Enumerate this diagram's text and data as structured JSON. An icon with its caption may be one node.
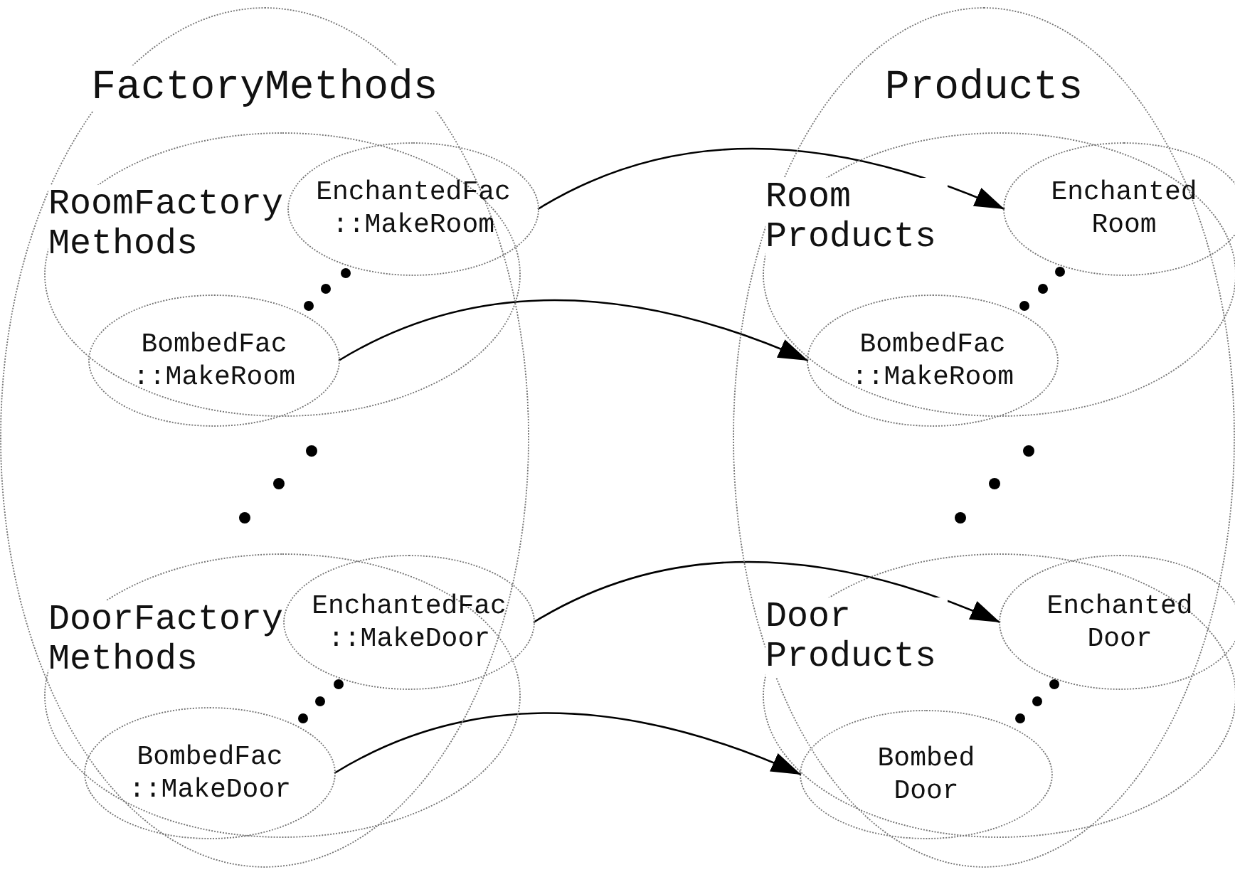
{
  "diagram": {
    "nodes": [
      {
        "text": [
          "FactoryMethods"
        ]
      },
      {
        "text": [
          "RoomFactory Methods"
        ],
        "in": 0
      },
      {
        "text": [
          "EnchantedFac ::MakeRoom"
        ],
        "in": 1
      },
      {
        "text": [
          "BombedFac ::MakeRoom"
        ],
        "in": 1
      },
      {
        "text": [
          "DoorFactory Methods"
        ],
        "in": 0
      },
      {
        "text": [
          "EnchantedFac ::MakeDoor"
        ],
        "in": 4
      },
      {
        "text": [
          "BombedFac ::MakeDoor"
        ],
        "in": 4
      },
      {
        "text": [
          "Products"
        ]
      },
      {
        "text": [
          "Room Products"
        ],
        "in": 7
      },
      {
        "text": [
          "Enchanted Room"
        ],
        "in": 8
      },
      {
        "text": [
          "BombedFac ::MakeRoom"
        ],
        "in": 8
      },
      {
        "text": [
          "Door Products"
        ],
        "in": 7
      },
      {
        "text": [
          "Enchanted Door"
        ],
        "in": 11
      },
      {
        "text": [
          "Bombed Door"
        ],
        "in": 11
      }
    ],
    "edges": [
      {
        "from": 2,
        "to": 9,
        "arrow": "to"
      },
      {
        "from": 3,
        "to": 10,
        "arrow": "to"
      },
      {
        "from": 5,
        "to": 12,
        "arrow": "to"
      },
      {
        "from": 6,
        "to": 13,
        "arrow": "to"
      }
    ]
  }
}
